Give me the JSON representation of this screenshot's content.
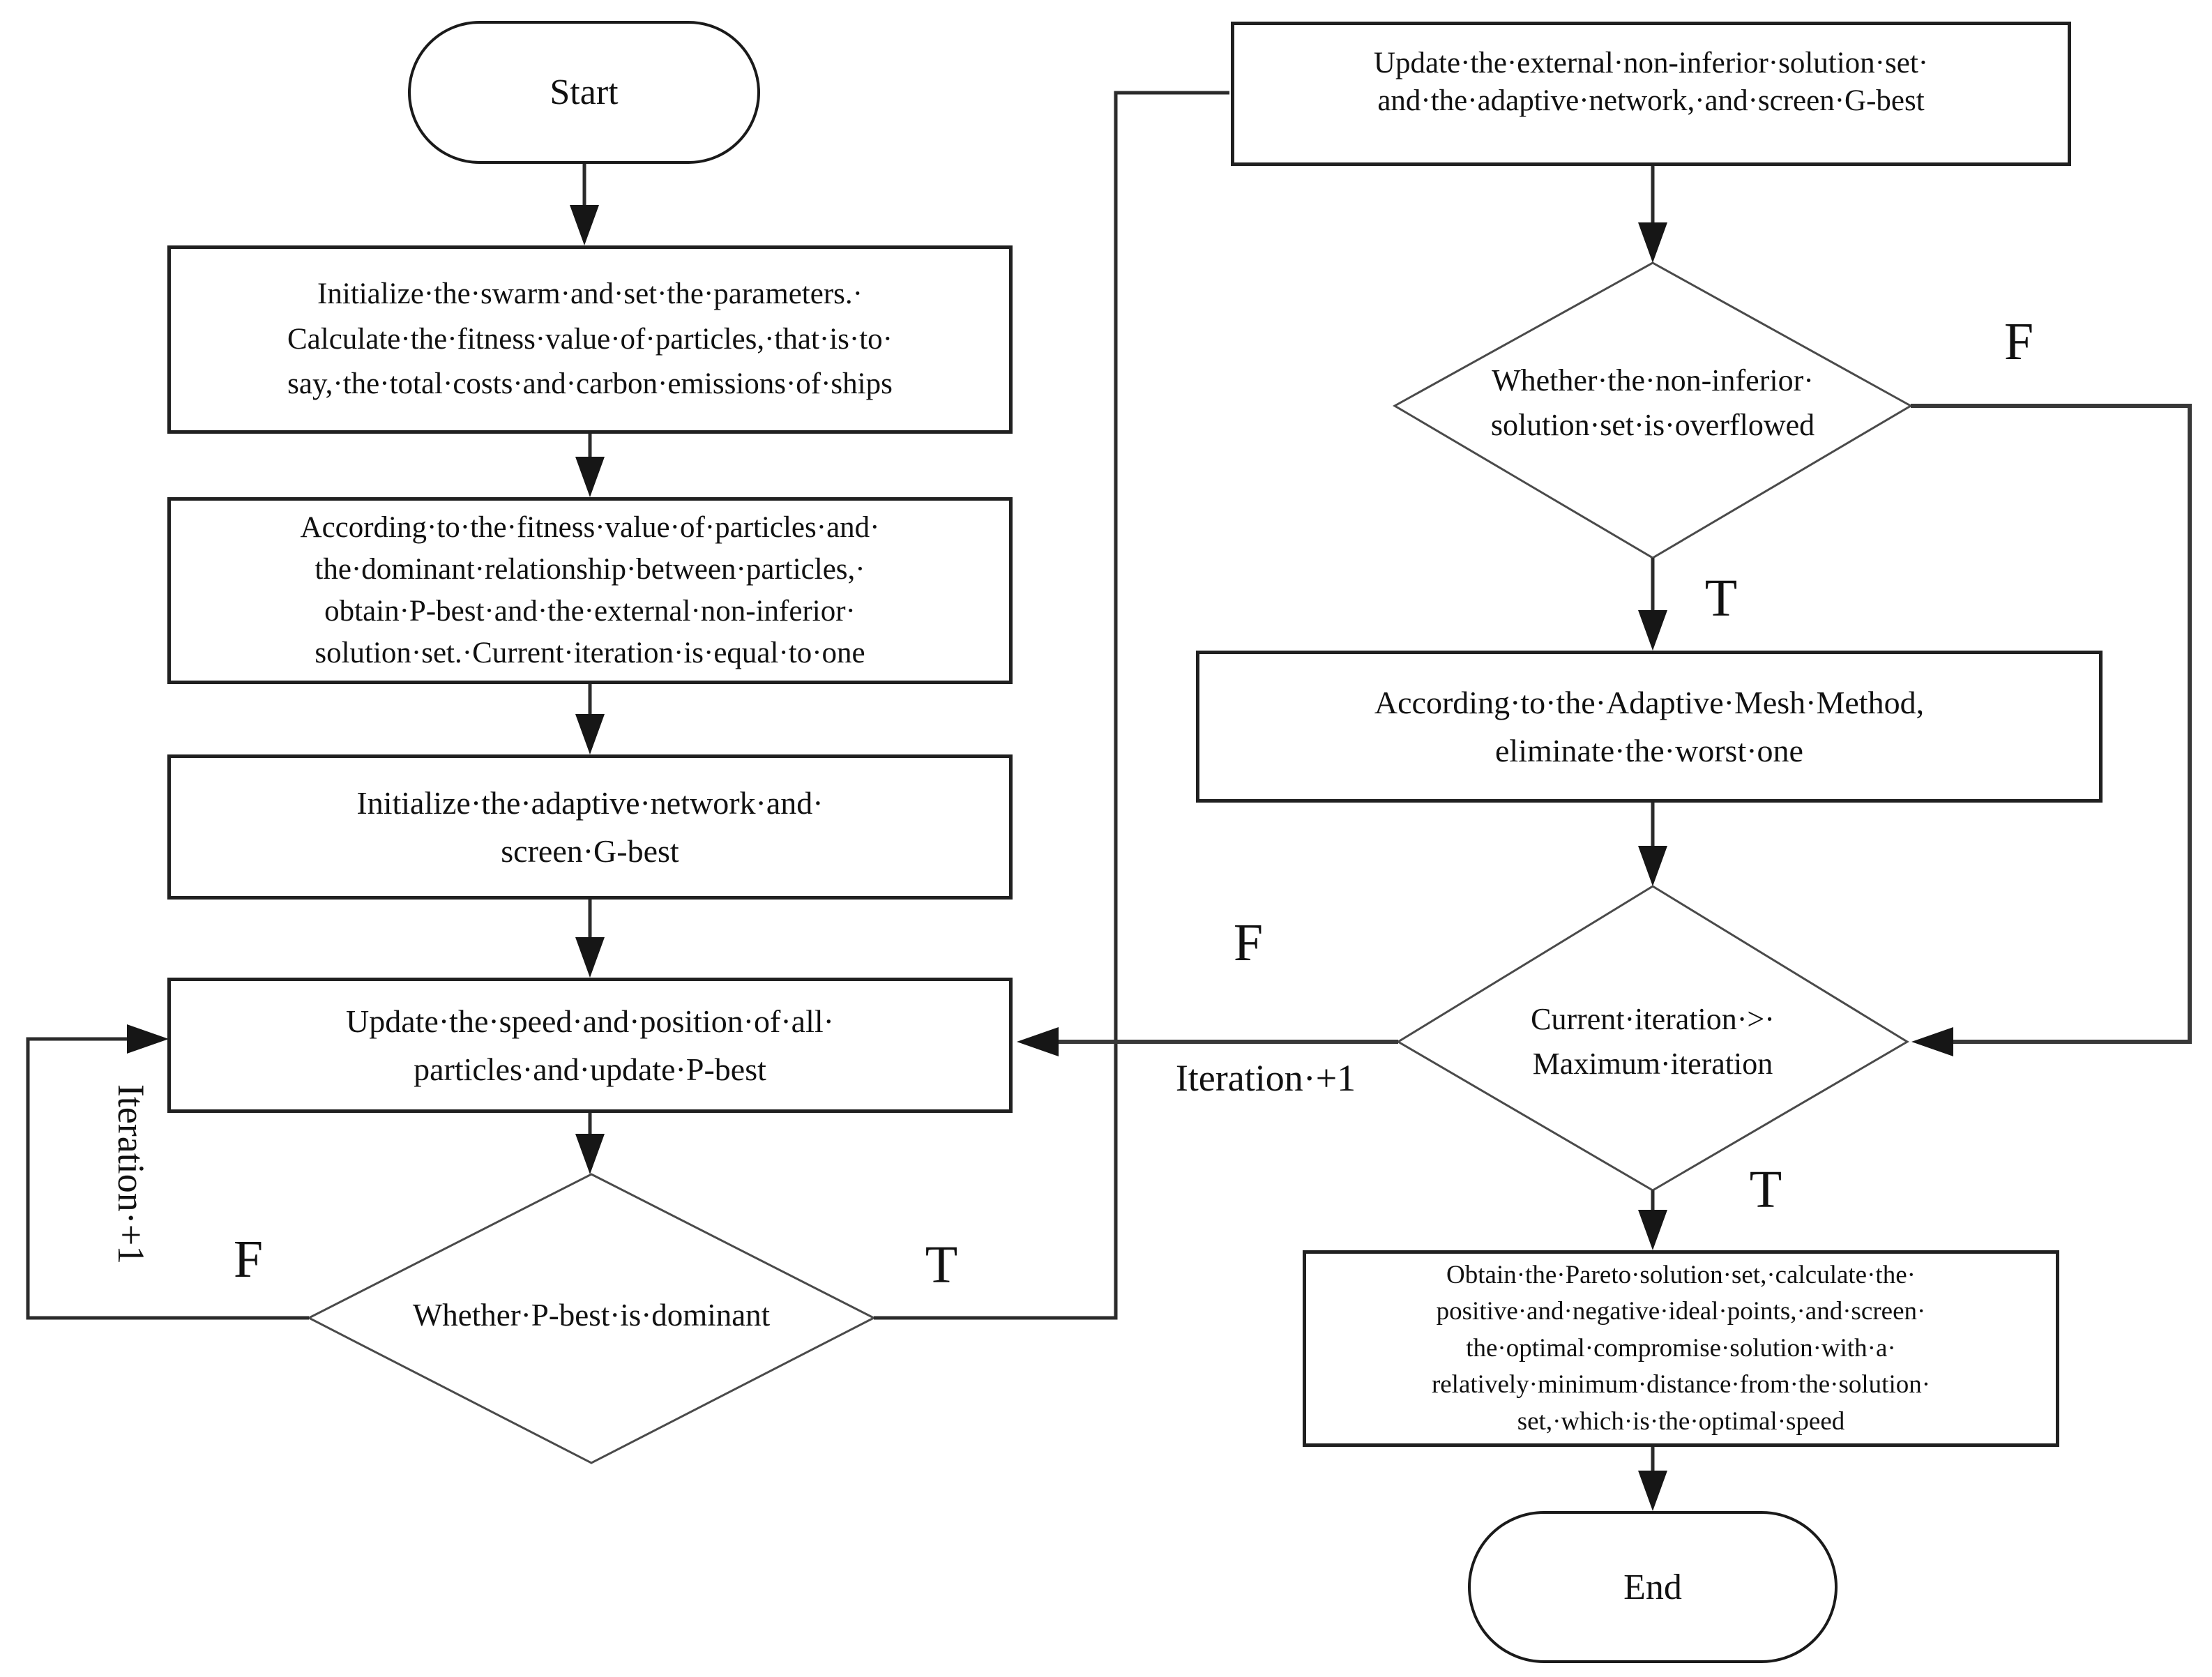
{
  "figure": {
    "background_color": "#ffffff",
    "line_color": "#2b2b2b",
    "text_color": "#111111"
  },
  "nodes": {
    "start": {
      "type": "terminator",
      "label": "Start"
    },
    "init_swarm": {
      "type": "process",
      "label": "Initialize·the·swarm·and·set·the·parameters.·\nCalculate·the·fitness·value·of·particles,·that·is·to·\nsay,·the·total·costs·and·carbon·emissions·of·ships"
    },
    "obtain_pbest": {
      "type": "process",
      "label": "According·to·the·fitness·value·of·particles·and·\nthe·dominant·relationship·between·particles,·\nobtain·P-best·and·the·external·non-inferior·\nsolution·set.·Current·iteration·is·equal·to·one"
    },
    "init_network": {
      "type": "process",
      "label": "Initialize·the·adaptive·network·and·\nscreen·G-best"
    },
    "update_speed": {
      "type": "process",
      "label": "Update·the·speed·and·position·of·all·\nparticles·and·update·P-best"
    },
    "pbest_dominant": {
      "type": "decision",
      "label": "Whether·P-best·is·dominant"
    },
    "update_external": {
      "type": "process",
      "label": "Update·the·external·non-inferior·solution·set·\nand·the·adaptive·network,·and·screen·G-best"
    },
    "overflow_check": {
      "type": "decision",
      "label": "Whether·the·non-inferior·\nsolution·set·is·overflowed"
    },
    "adaptive_mesh": {
      "type": "process",
      "label": "According·to·the·Adaptive·Mesh·Method,\neliminate·the·worst·one"
    },
    "maxiter_check": {
      "type": "decision",
      "label": "Current·iteration·>·\nMaximum·iteration"
    },
    "obtain_pareto": {
      "type": "process",
      "label": "Obtain·the·Pareto·solution·set,·calculate·the·\npositive·and·negative·ideal·points,·and·screen·\nthe·optimal·compromise·solution·with·a·\nrelatively·minimum·distance·from·the·solution·\nset,·which·is·the·optimal·speed"
    },
    "end": {
      "type": "terminator",
      "label": "End"
    }
  },
  "edge_labels": {
    "pbest_false": "F",
    "pbest_true": "T",
    "overflow_false": "F",
    "overflow_true": "T",
    "maxiter_false": "F",
    "maxiter_true": "T",
    "iteration_increment_left": "Iteration·+1",
    "iteration_increment_middle": "Iteration·+1"
  }
}
